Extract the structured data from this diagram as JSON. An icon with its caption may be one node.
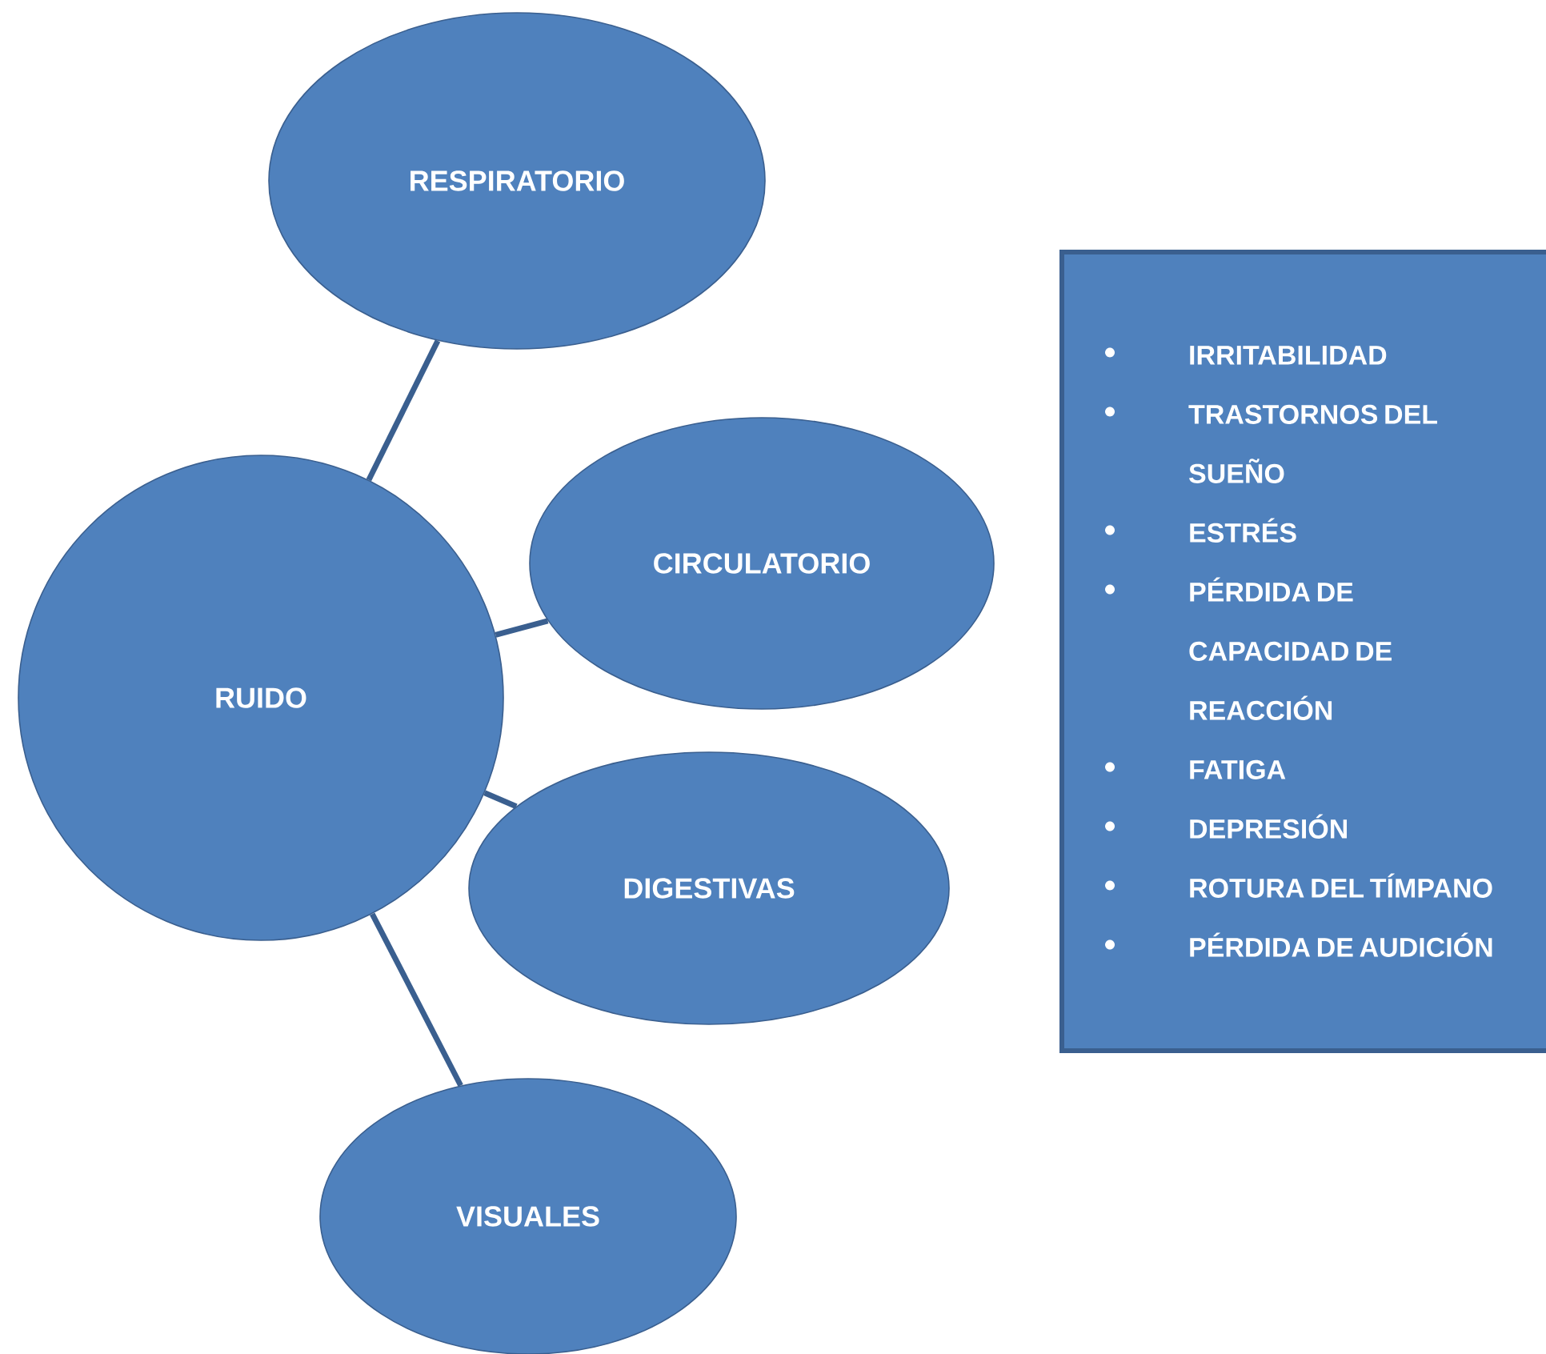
{
  "diagram": {
    "nodes": [
      {
        "text": [
          "RUIDO"
        ]
      },
      {
        "text": [
          "RESPIRATORIO"
        ]
      },
      {
        "text": [
          "CIRCULATORIO"
        ]
      },
      {
        "text": [
          "DIGESTIVAS"
        ]
      },
      {
        "text": [
          "VISUALES"
        ]
      },
      {
        "text": [
          "IRRITABILIDAD",
          "TRASTORNOS DEL SUEÑO",
          "ESTRÉS",
          "PÉRDIDA DE CAPACIDAD DE REACCIÓN",
          "FATIGA",
          "DEPRESIÓN",
          "ROTURA DEL TÍMPANO",
          "PÉRDIDA DE AUDICIÓN"
        ]
      }
    ],
    "edges": [
      {
        "from": 0,
        "to": 1,
        "arrow": "none"
      },
      {
        "from": 0,
        "to": 2,
        "arrow": "none"
      },
      {
        "from": 0,
        "to": 3,
        "arrow": "none"
      },
      {
        "from": 0,
        "to": 4,
        "arrow": "none"
      }
    ]
  }
}
